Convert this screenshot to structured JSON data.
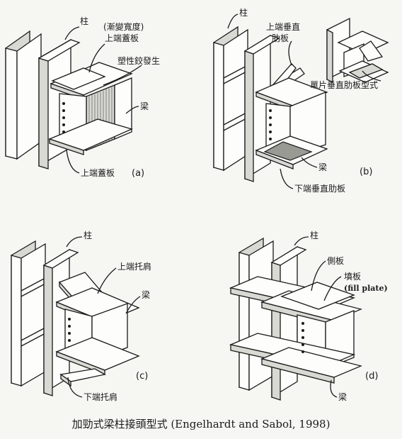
{
  "panels": {
    "a": {
      "tag": "(a)",
      "labels": {
        "column": "柱",
        "note": "(漸變寬度)",
        "top_cover_plate_top": "上端蓋板",
        "plastic_hinge": "塑性鉸發生",
        "beam": "梁",
        "top_cover_plate_bottom": "上端蓋板"
      }
    },
    "b": {
      "tag": "(b)",
      "labels": {
        "column": "柱",
        "top_vertical_rib_1": "上端垂直",
        "top_vertical_rib_2": "肋板",
        "single_rib_type": "單片垂直肋板型式",
        "beam": "梁",
        "bottom_vertical_rib": "下端垂直肋板"
      }
    },
    "c": {
      "tag": "(c)",
      "labels": {
        "column": "柱",
        "top_bracket": "上端托肩",
        "beam": "梁",
        "bottom_bracket": "下端托肩"
      }
    },
    "d": {
      "tag": "(d)",
      "labels": {
        "column": "柱",
        "side_plate": "側板",
        "fill_plate_cn": "墳板",
        "fill_plate_en": "(fill plate)",
        "beam": "梁"
      }
    }
  },
  "caption": "加勁式梁柱接頭型式 (Engelhardt and Sabol, 1998)"
}
